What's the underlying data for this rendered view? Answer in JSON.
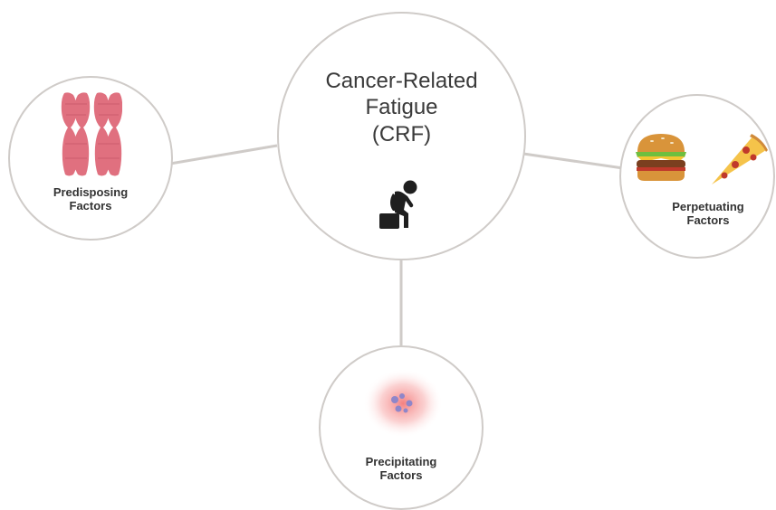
{
  "center": {
    "title_lines": [
      "Cancer-Related",
      "Fatigue",
      "(CRF)"
    ],
    "icon": "fatigued-person-icon"
  },
  "predisposing": {
    "label_lines": [
      "Predisposing",
      "Factors"
    ],
    "icon": "chromosome-icon"
  },
  "perpetuating": {
    "label_lines": [
      "Perpetuating",
      "Factors"
    ],
    "icons": [
      "burger-icon",
      "pizza-icon"
    ]
  },
  "precipitating": {
    "label_lines": [
      "Precipitating",
      "Factors"
    ],
    "icon": "cancer-cell-icon"
  },
  "colors": {
    "node_border": "#cfcbc8",
    "connector": "#cfcbc8",
    "chromosome": "#e0707f",
    "cell_glow": "#f26b6b",
    "cell": "#8f86c9",
    "text": "#333333"
  }
}
